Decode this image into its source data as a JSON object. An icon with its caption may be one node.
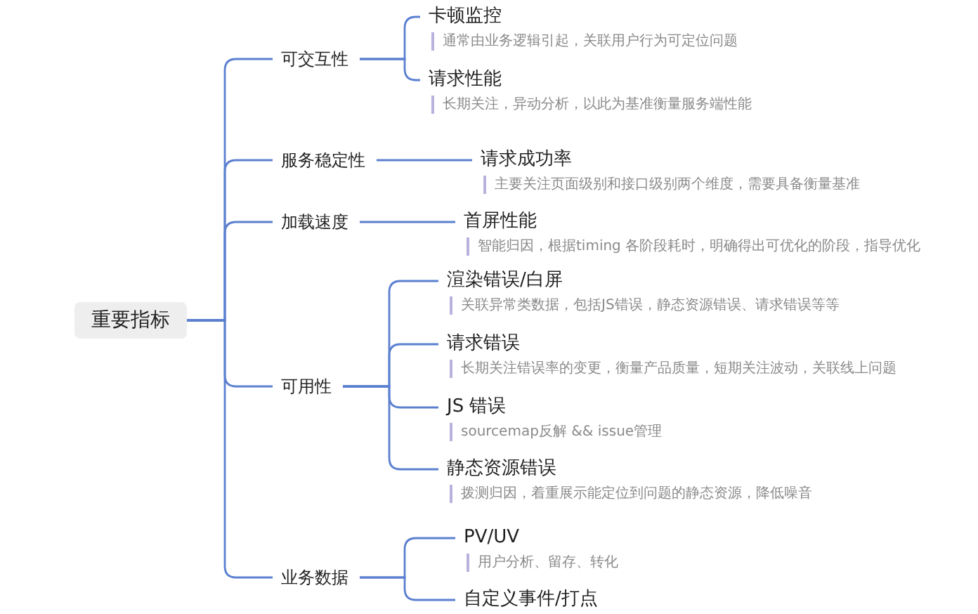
{
  "diagram": {
    "nodes": [
      {
        "text": [
          "重要指标"
        ]
      },
      {
        "text": [
          "可交互性"
        ]
      },
      {
        "text": [
          "卡顿监控",
          "通常由业务逻辑引起，关联用户行为可定位问题"
        ]
      },
      {
        "text": [
          "请求性能",
          "长期关注，异动分析，以此为基准衡量服务端性能"
        ]
      },
      {
        "text": [
          "服务稳定性"
        ]
      },
      {
        "text": [
          "请求成功率",
          "主要关注页面级别和接口级别两个维度，需要具备衡量基准"
        ]
      },
      {
        "text": [
          "加载速度"
        ]
      },
      {
        "text": [
          "首屏性能",
          "智能归因，根据timing 各阶段耗时，明确得出可优化的阶段，指导优化"
        ]
      },
      {
        "text": [
          "可用性"
        ]
      },
      {
        "text": [
          "渲染错误/白屏",
          "关联异常类数据，包括JS错误，静态资源错误、请求错误等等"
        ]
      },
      {
        "text": [
          "请求错误",
          "长期关注错误率的变更，衡量产品质量，短期关注波动，关联线上问题"
        ]
      },
      {
        "text": [
          "JS 错误",
          "sourcemap反解 && issue管理"
        ]
      },
      {
        "text": [
          "静态资源错误",
          "拨测归因，着重展示能定位到问题的静态资源，降低噪音"
        ]
      },
      {
        "text": [
          "业务数据"
        ]
      },
      {
        "text": [
          "PV/UV",
          "用户分析、留存、转化"
        ]
      },
      {
        "text": [
          "自定义事件/打点"
        ]
      }
    ],
    "edges": [
      {
        "from": 0,
        "to": 1,
        "arrow": "none"
      },
      {
        "from": 0,
        "to": 4,
        "arrow": "none"
      },
      {
        "from": 0,
        "to": 6,
        "arrow": "none"
      },
      {
        "from": 0,
        "to": 8,
        "arrow": "none"
      },
      {
        "from": 0,
        "to": 13,
        "arrow": "none"
      },
      {
        "from": 1,
        "to": 2,
        "arrow": "none"
      },
      {
        "from": 1,
        "to": 3,
        "arrow": "none"
      },
      {
        "from": 4,
        "to": 5,
        "arrow": "none"
      },
      {
        "from": 6,
        "to": 7,
        "arrow": "none"
      },
      {
        "from": 8,
        "to": 9,
        "arrow": "none"
      },
      {
        "from": 8,
        "to": 10,
        "arrow": "none"
      },
      {
        "from": 8,
        "to": 11,
        "arrow": "none"
      },
      {
        "from": 8,
        "to": 12,
        "arrow": "none"
      },
      {
        "from": 13,
        "to": 14,
        "arrow": "none"
      },
      {
        "from": 13,
        "to": 15,
        "arrow": "none"
      }
    ]
  }
}
